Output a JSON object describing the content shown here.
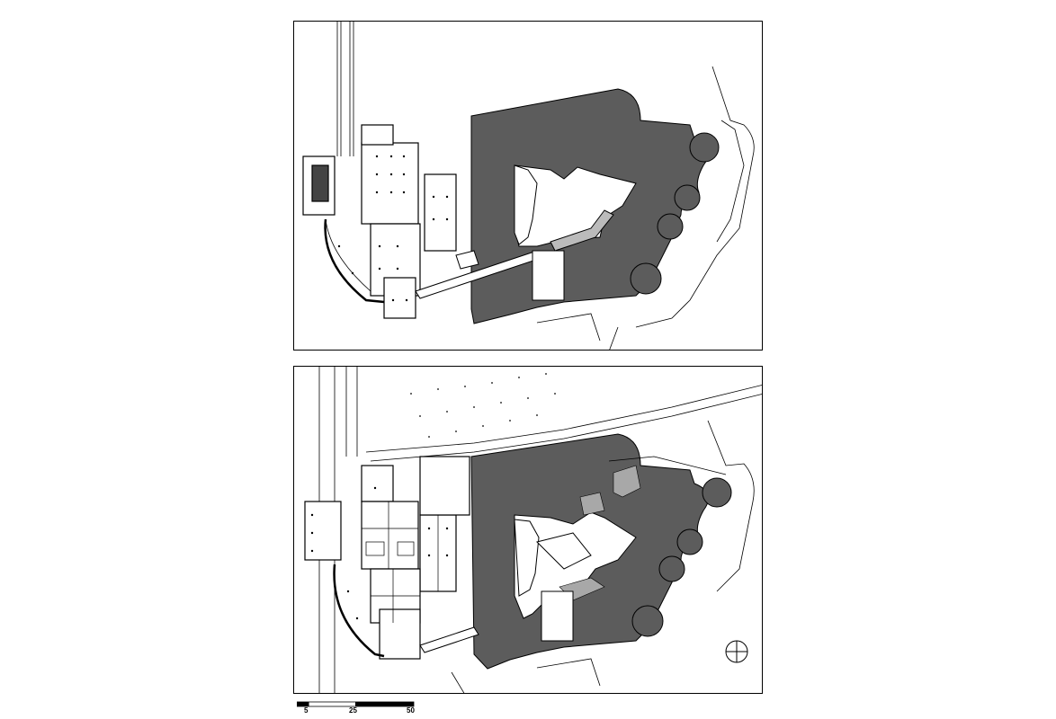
{
  "figure": {
    "panels": [
      {
        "id": "plan-top",
        "description_hidden": ""
      },
      {
        "id": "plan-bottom"
      }
    ],
    "scale_bar": {
      "labels": [
        "5",
        "25",
        "50"
      ]
    },
    "colors": {
      "mass": "#5a5a5a",
      "mass_light": "#9a9a9a",
      "line": "#000000",
      "paper": "#ffffff"
    }
  }
}
